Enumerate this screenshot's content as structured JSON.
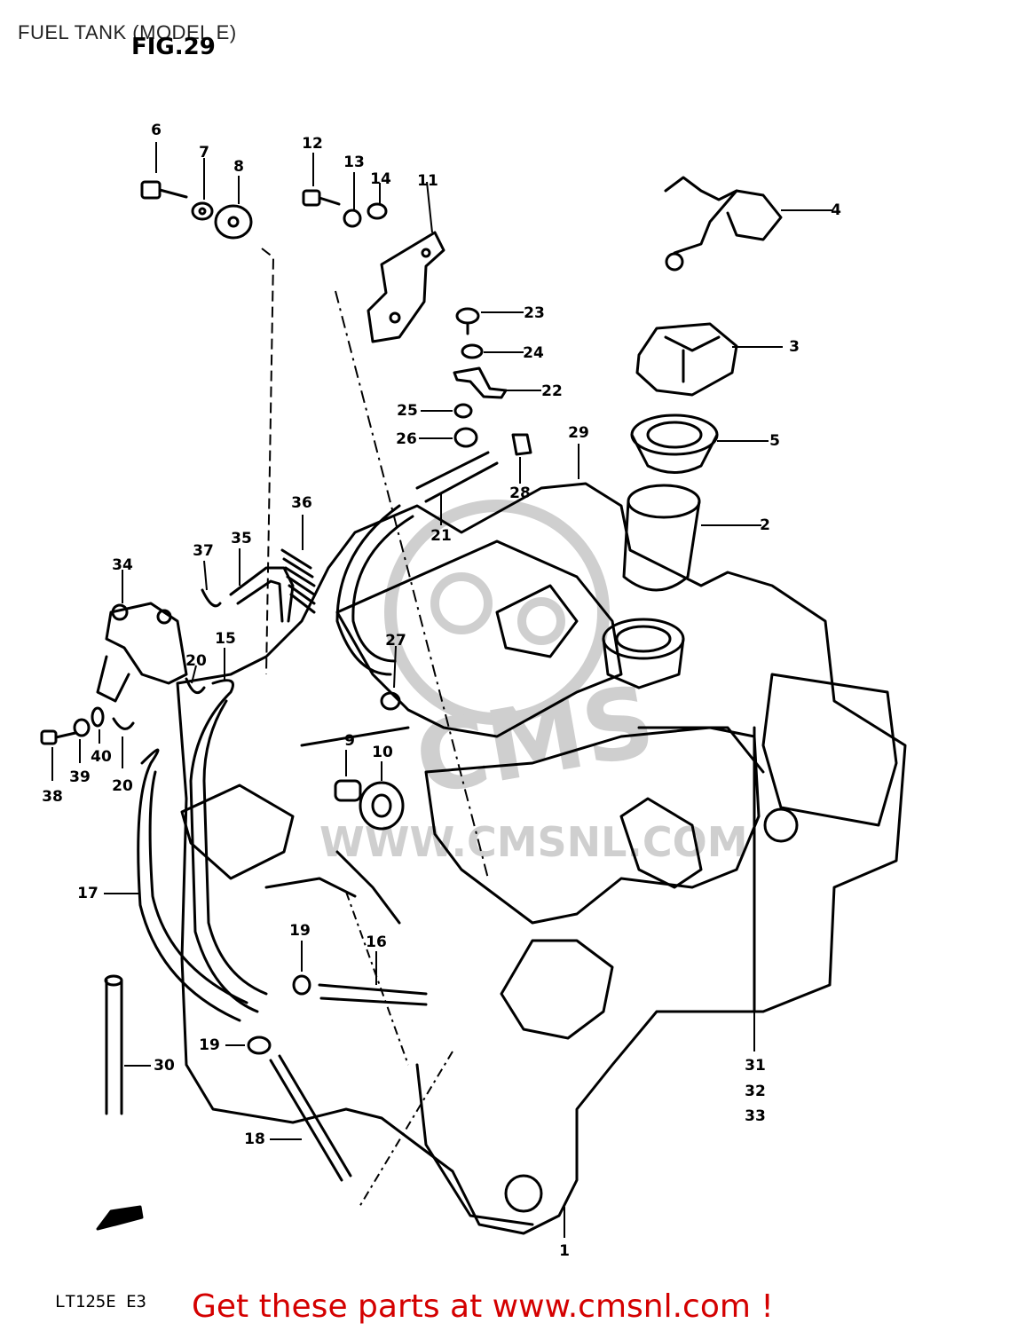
{
  "header": {
    "title": "FUEL TANK (MODEL E)"
  },
  "figure": {
    "title": "FIG.29",
    "model_code": "LT125E E3",
    "watermark": "WWW.CMSNL.COM"
  },
  "footer": {
    "promo": "Get these parts at www.cmsnl.com !"
  },
  "colors": {
    "promo": "#d40000",
    "line": "#000000",
    "watermark": "#cfcfcf"
  },
  "part_numbers": [
    "1",
    "2",
    "3",
    "4",
    "5",
    "6",
    "7",
    "8",
    "9",
    "10",
    "11",
    "12",
    "13",
    "14",
    "15",
    "16",
    "17",
    "18",
    "19",
    "19",
    "20",
    "20",
    "21",
    "22",
    "23",
    "24",
    "25",
    "26",
    "27",
    "28",
    "29",
    "30",
    "31",
    "32",
    "33",
    "34",
    "35",
    "36",
    "37",
    "38",
    "39",
    "40"
  ]
}
